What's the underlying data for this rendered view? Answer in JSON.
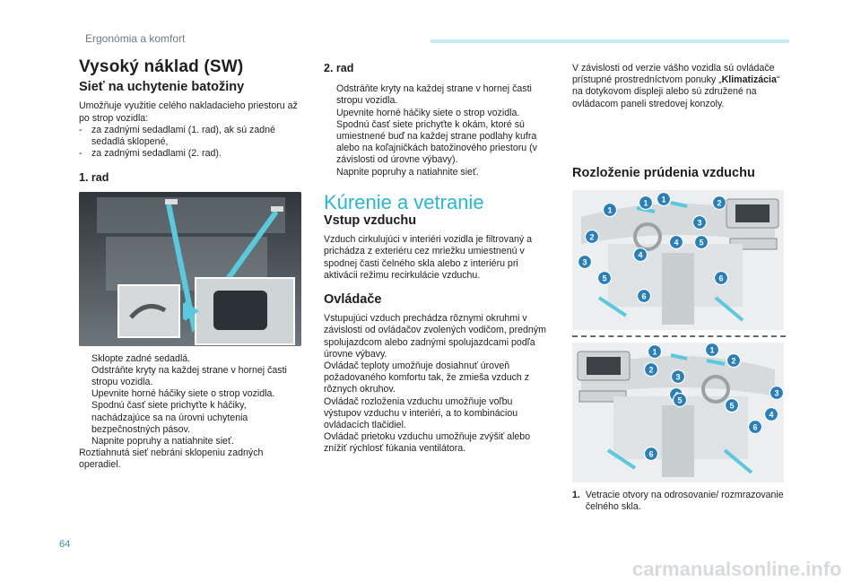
{
  "header": {
    "section": "Ergonómia a komfort"
  },
  "page_number": "64",
  "watermark": "carmanualsonline.info",
  "col1": {
    "title": "Vysoký náklad (SW)",
    "subtitle": "Sieť na uchytenie batožiny",
    "intro": "Umožňuje využitie celého nakladacieho priestoru až po strop vozidla:",
    "dash_items": [
      "za zadnými sedadlami (1. rad), ak sú zadné sedadlá sklopené,",
      "za zadnými sedadlami (2. rad)."
    ],
    "row1_heading": "1. rad",
    "steps": [
      "Sklopte zadné sedadlá.",
      "Odstráňte kryty na každej strane v hornej časti stropu vozidla.",
      "Upevnite horné háčiky siete o strop vozidla.",
      "Spodnú časť siete prichyťte k háčiky, nachádzajúce sa na úrovni uchytenia bezpečnostných pásov.",
      "Napnite popruhy a natiahnite sieť."
    ],
    "outro": "Roztiahnutá sieť nebráni sklopeniu zadných operadiel."
  },
  "col2": {
    "row2_heading": "2. rad",
    "steps": [
      "Odstráňte kryty na každej strane v hornej časti stropu vozidla.",
      "Upevnite horné háčiky siete o strop vozidla.",
      "Spodnú časť siete prichyťte k okám, ktoré sú umiestnené buď na každej strane podlahy kufra alebo na koľajničkách batožinového priestoru (v závislosti od úrovne výbavy).",
      "Napnite popruhy a natiahnite sieť."
    ],
    "heat_title": "Kúrenie a vetranie",
    "air_heading": "Vstup vzduchu",
    "air_text": "Vzduch cirkulujúci v interiéri vozidla je filtrovaný a prichádza z exteriéru cez mriežku umiestnenú v spodnej časti čelného skla alebo z interiéru pri aktivácii režimu recirkulácie vzduchu.",
    "controls_heading": "Ovládače",
    "controls_paras": [
      "Vstupujúci vzduch prechádza rôznymi okruhmi v závislosti od ovládačov zvolených vodičom, predným spolujazdcom alebo zadnými spolujazdcami podľa úrovne výbavy.",
      "Ovládač teploty umožňuje dosiahnuť úroveň požadovaného komfortu tak, že zmieša vzduch z rôznych okruhov.",
      "Ovládač rozloženia vzduchu umožňuje voľbu výstupov vzduchu v interiéri, a to kombináciou ovládacích tlačidiel.",
      "Ovládač prietoku vzduchu umožňuje zvýšiť alebo znížiť rýchlosť fúkania ventilátora."
    ]
  },
  "col3": {
    "intro_a": "V závislosti od verzie vášho vozidla sú ovládače prístupné prostredníctvom ponuky „",
    "intro_bold": "Klimatizácia",
    "intro_b": "“ na dotykovom displeji alebo sú združené na ovládacom paneli stredovej konzoly.",
    "dist_heading": "Rozloženie prúdenia vzduchu",
    "legend_num": "1.",
    "legend_text": "Vetracie otvory na odrosovanie/ rozmrazovanie čelného skla."
  },
  "diagram_top_labels": [
    "1",
    "1",
    "1",
    "2",
    "2",
    "3",
    "3",
    "4",
    "4",
    "5",
    "5",
    "6",
    "6"
  ],
  "diagram_bottom_labels": [
    "1",
    "1",
    "2",
    "2",
    "3",
    "3",
    "4",
    "4",
    "5",
    "5",
    "6",
    "6"
  ],
  "bullet_glyph": "",
  "colors": {
    "accent": "#29b6cf",
    "badge": "#2a7fb8",
    "header_bar": "#c6ecf4"
  }
}
